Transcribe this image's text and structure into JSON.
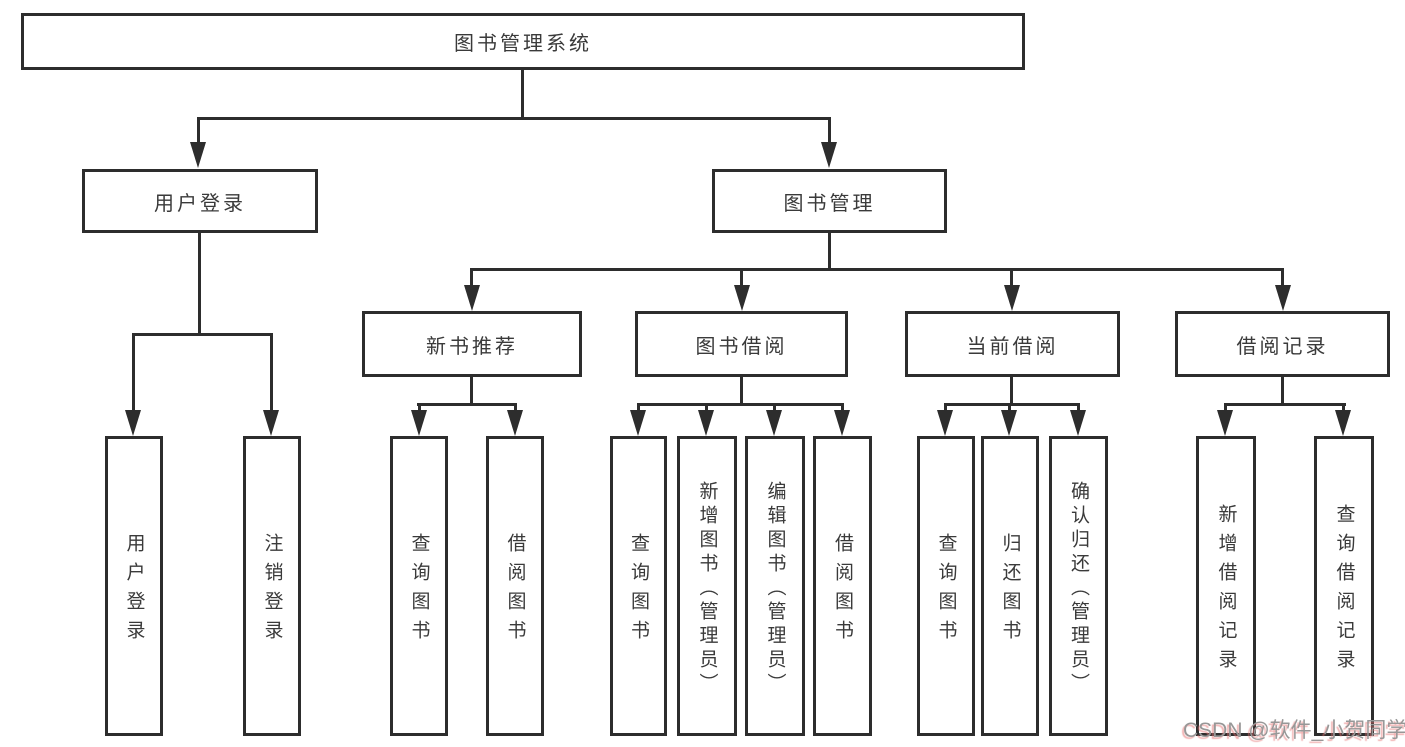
{
  "tree": {
    "label": "图书管理系统",
    "children": [
      {
        "label": "用户登录",
        "children": [
          {
            "label": "用户登录"
          },
          {
            "label": "注销登录"
          }
        ]
      },
      {
        "label": "图书管理",
        "children": [
          {
            "label": "新书推荐",
            "children": [
              {
                "label": "查询图书"
              },
              {
                "label": "借阅图书"
              }
            ]
          },
          {
            "label": "图书借阅",
            "children": [
              {
                "label": "查询图书"
              },
              {
                "label": "新增图书（管理员）"
              },
              {
                "label": "编辑图书（管理员）"
              },
              {
                "label": "借阅图书"
              }
            ]
          },
          {
            "label": "当前借阅",
            "children": [
              {
                "label": "查询图书"
              },
              {
                "label": "归还图书"
              },
              {
                "label": "确认归还（管理员）"
              }
            ]
          },
          {
            "label": "借阅记录",
            "children": [
              {
                "label": "新增借阅记录"
              },
              {
                "label": "查询借阅记录"
              }
            ]
          }
        ]
      }
    ]
  },
  "watermark": {
    "text": "CSDN @软件_小贺同学"
  },
  "colors": {
    "line": "#2d2d2d",
    "box_border": "#2d2d2d",
    "text": "#3a3a3a",
    "background": "#ffffff",
    "watermark_gray": "#979797",
    "watermark_shadow": "#e57373"
  }
}
